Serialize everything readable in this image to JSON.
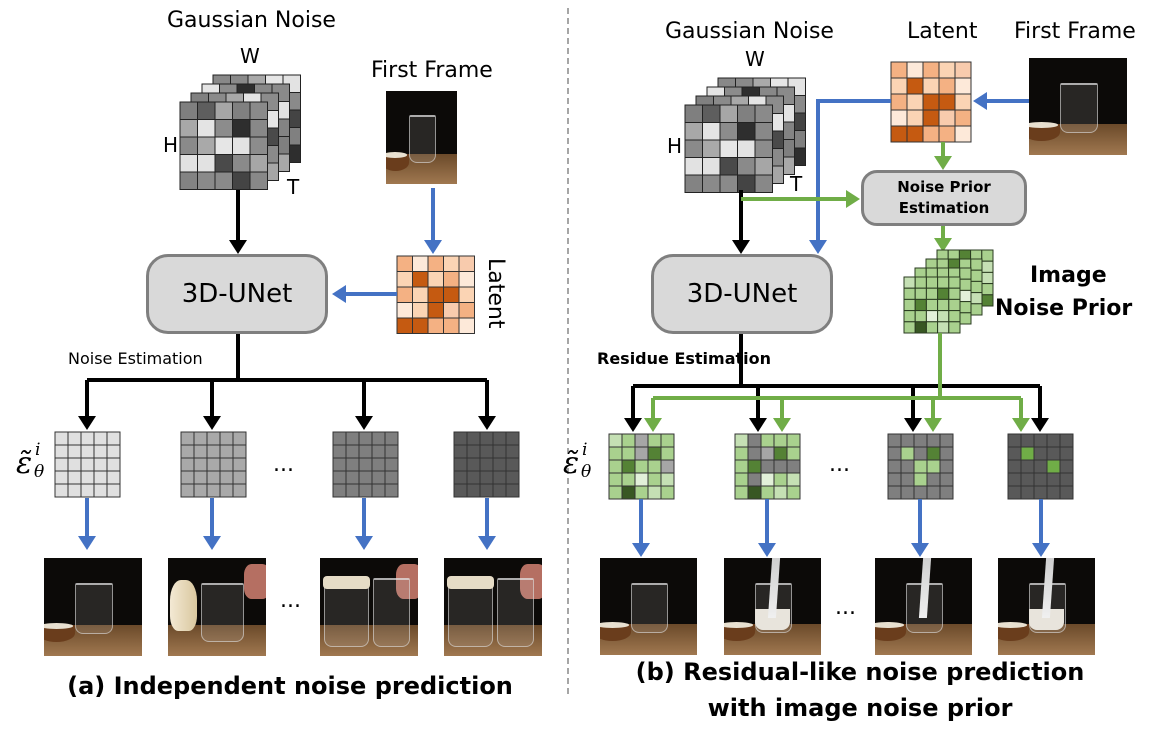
{
  "left_panel": {
    "gaussian_noise_label": "Gaussian Noise",
    "dim_w": "W",
    "dim_h": "H",
    "dim_t": "T",
    "first_frame_label": "First Frame",
    "latent_label": "Latent",
    "unet_label": "3D-UNet",
    "estimation_label": "Noise Estimation",
    "epsilon_label": "ε̃",
    "epsilon_sup": "i",
    "epsilon_sub": "θ",
    "ellipsis": "...",
    "caption": "(a) Independent noise prediction"
  },
  "right_panel": {
    "gaussian_noise_label": "Gaussian Noise",
    "dim_w": "W",
    "dim_h": "H",
    "dim_t": "T",
    "latent_label": "Latent",
    "first_frame_label": "First Frame",
    "prior_estimation_label": "Noise Prior Estimation",
    "image_noise_prior_label_line1": "Image",
    "image_noise_prior_label_line2": "Noise Prior",
    "unet_label": "3D-UNet",
    "estimation_label": "Residue Estimation",
    "epsilon_label": "ε̃",
    "epsilon_sup": "i",
    "epsilon_sub": "θ",
    "ellipsis": "...",
    "caption_line1": "(b) Residual-like noise prediction",
    "caption_line2": "with image noise prior"
  },
  "colors": {
    "arrow_black": "#000000",
    "arrow_blue": "#4472c4",
    "arrow_green": "#70ad47",
    "box_fill": "#d9d9d9",
    "box_border": "#7f7f7f",
    "divider": "#a6a6a6"
  },
  "grids": {
    "noise_front": [
      "#7f7f7f",
      "#5e5e5e",
      "#a6a6a6",
      "#808080",
      "#8a8a8a",
      "#a8a8a8",
      "#e4e4e4",
      "#8c8c8c",
      "#2e2e2e",
      "#888888",
      "#8a8a8a",
      "#a9a9a9",
      "#e6e6e6",
      "#e3e3e3",
      "#8c8c8c",
      "#e2e2e2",
      "#e2e2e2",
      "#4a4a4a",
      "#8a8a8a",
      "#a6a6a6",
      "#838383",
      "#8a8a8a",
      "#8a8a8a",
      "#444444",
      "#888888"
    ],
    "latent": [
      "#f4b183",
      "#fde9d9",
      "#f4b183",
      "#fbd4b4",
      "#f8cbad",
      "#fbd4b4",
      "#c55a11",
      "#fbd4b4",
      "#f4b183",
      "#fde9d9",
      "#f4b183",
      "#fbd4b4",
      "#c55a11",
      "#c55a11",
      "#fbd4b4",
      "#fde9d9",
      "#fbd4b4",
      "#c55a11",
      "#f8cbad",
      "#f4b183",
      "#c55a11",
      "#c55a11",
      "#f4b183",
      "#f4b183",
      "#fde9d9"
    ],
    "prior_front": [
      "#c5e0b4",
      "#a9d18e",
      "#a9d18e",
      "#a9d18e",
      "#a9d18e",
      "#a9d18e",
      "#a9d18e",
      "#a9d18e",
      "#548235",
      "#a9d18e",
      "#a9d18e",
      "#548235",
      "#a9d18e",
      "#a9d18e",
      "#a9d18e",
      "#a9d18e",
      "#a9d18e",
      "#e2f0d9",
      "#c5e0b4",
      "#a9d18e",
      "#a9d18e",
      "#385723",
      "#a9d18e",
      "#c5e0b4",
      "#a9d18e"
    ],
    "left_eps": [
      {
        "fill": "#e0e0e0"
      },
      {
        "fill": "#a9a9a9"
      },
      {
        "fill": "#7f7f7f"
      },
      {
        "fill": "#595959"
      }
    ],
    "right_eps": [
      [
        "#c5e0b4",
        "#a9d18e",
        "#a6a6a6",
        "#a9d18e",
        "#a9d18e",
        "#a9d18e",
        "#a9d18e",
        "#a6a6a6",
        "#548235",
        "#a9d18e",
        "#a9d18e",
        "#548235",
        "#a9d18e",
        "#a9d18e",
        "#a6a6a6",
        "#a9d18e",
        "#a9d18e",
        "#e2f0d9",
        "#a9d18e",
        "#c5e0b4",
        "#a9d18e",
        "#385723",
        "#a9d18e",
        "#c5e0b4",
        "#a9d18e"
      ],
      [
        "#c5e0b4",
        "#808080",
        "#a9d18e",
        "#a9d18e",
        "#a9d18e",
        "#a9d18e",
        "#808080",
        "#a6a6a6",
        "#548235",
        "#a9d18e",
        "#a9d18e",
        "#548235",
        "#808080",
        "#808080",
        "#808080",
        "#a9d18e",
        "#808080",
        "#e2f0d9",
        "#a9d18e",
        "#c5e0b4",
        "#a9d18e",
        "#385723",
        "#a9d18e",
        "#c5e0b4",
        "#a9d18e"
      ],
      [
        "#7f7f7f",
        "#7f7f7f",
        "#7f7f7f",
        "#7f7f7f",
        "#7f7f7f",
        "#7f7f7f",
        "#a9d18e",
        "#7f7f7f",
        "#548235",
        "#7f7f7f",
        "#7f7f7f",
        "#7f7f7f",
        "#a9d18e",
        "#a9d18e",
        "#7f7f7f",
        "#7f7f7f",
        "#7f7f7f",
        "#a9d18e",
        "#7f7f7f",
        "#7f7f7f",
        "#7f7f7f",
        "#7f7f7f",
        "#7f7f7f",
        "#7f7f7f",
        "#7f7f7f"
      ],
      [
        "#595959",
        "#595959",
        "#595959",
        "#595959",
        "#595959",
        "#595959",
        "#70ad47",
        "#595959",
        "#595959",
        "#595959",
        "#595959",
        "#595959",
        "#595959",
        "#70ad47",
        "#595959",
        "#595959",
        "#595959",
        "#595959",
        "#595959",
        "#595959",
        "#595959",
        "#595959",
        "#595959",
        "#595959",
        "#595959"
      ]
    ]
  }
}
